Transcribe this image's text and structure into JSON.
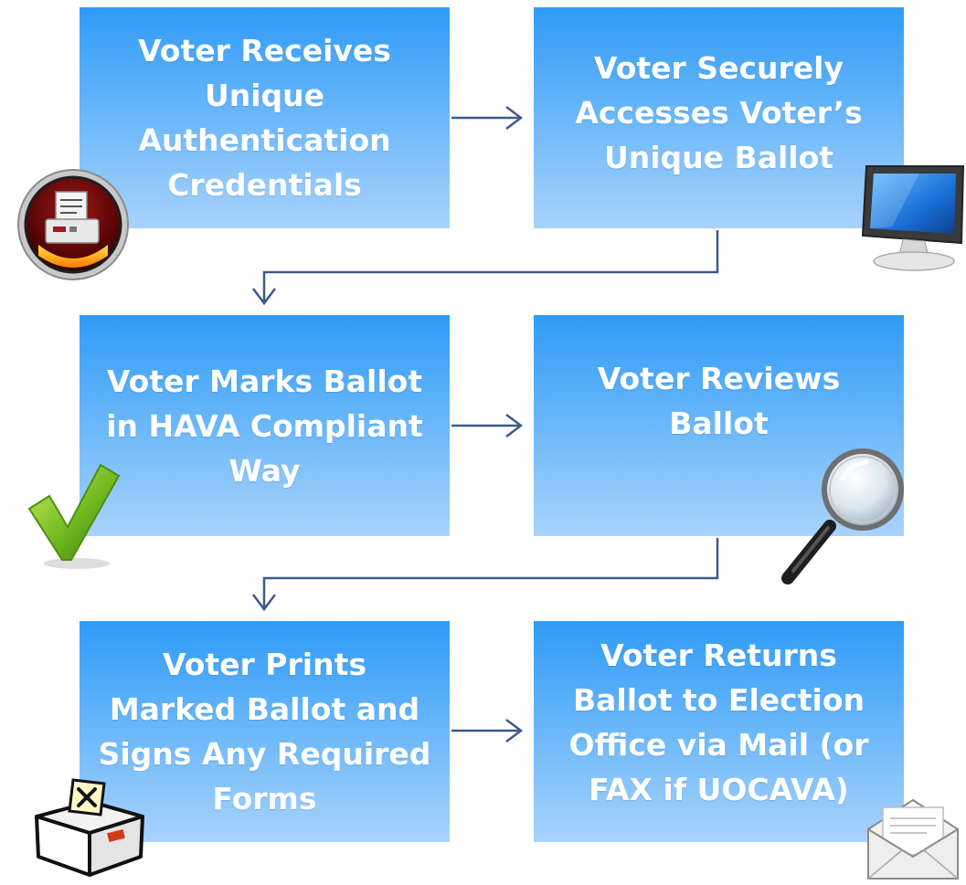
{
  "steps": [
    {
      "id": "step1",
      "text": "Voter  Receives\nUnique\nAuthentication\nCredentials"
    },
    {
      "id": "step2",
      "text": "Voter Securely\nAccesses Voter’s\nUnique Ballot"
    },
    {
      "id": "step3",
      "text": "Voter Marks Ballot\nin HAVA Compliant\nWay"
    },
    {
      "id": "step4",
      "text": "Voter Reviews\nBallot"
    },
    {
      "id": "step5",
      "text": "Voter Prints\nMarked Ballot and\nSigns Any Required\nForms"
    },
    {
      "id": "step6",
      "text": "Voter Returns\nBallot to Election\nOffice via Mail (or\nFAX if UOCAVA)"
    }
  ],
  "icons": [
    "printer-badge-icon",
    "computer-monitor-icon",
    "checkmark-icon",
    "magnifying-glass-icon",
    "ballot-box-icon",
    "envelope-icon"
  ],
  "colors": {
    "box_top": "#2f9bf7",
    "box_bottom": "#a8d3fb",
    "text": "#ffffff",
    "connector": "#3b5a8c"
  }
}
